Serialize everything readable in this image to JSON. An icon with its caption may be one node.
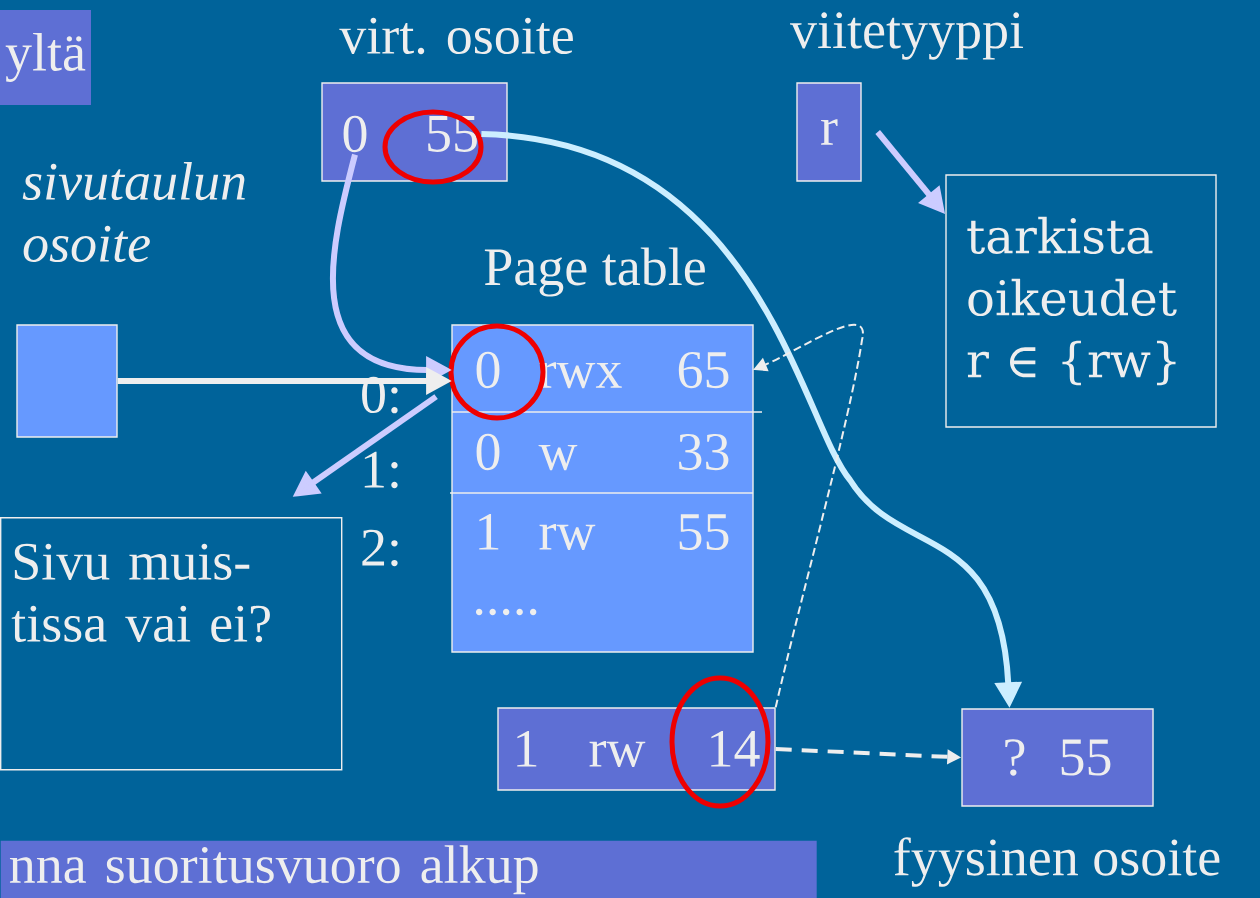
{
  "diagram": {
    "nodes": [
      {
        "text": [
          "yltä"
        ]
      },
      {
        "text": [
          "virt. osoite"
        ]
      },
      {
        "text": [
          "0"
        ],
        "in": 1
      },
      {
        "text": [
          "55"
        ],
        "in": 1
      },
      {
        "text": [
          "viitetyyppi",
          "r"
        ]
      },
      {
        "text": [
          "tarkista oikeudet r ∈ {rw}"
        ]
      },
      {
        "text": [
          "sivutaulun osoite"
        ]
      },
      {
        "text": [
          "Page table"
        ]
      },
      {
        "text": [
          "0",
          "rwx",
          "65"
        ],
        "in": 7
      },
      {
        "text": [
          "0",
          "w",
          "33"
        ],
        "in": 7
      },
      {
        "text": [
          "1",
          "rw",
          "55"
        ],
        "in": 7
      },
      {
        "text": [
          "....."
        ],
        "in": 7
      },
      {
        "text": [
          "Sivu muis- tissa vai ei?"
        ]
      },
      {
        "text": [
          "1",
          "rw",
          "14"
        ]
      },
      {
        "text": [
          "?",
          "55",
          "fyysinen osoite"
        ]
      },
      {
        "text": [
          "nna suoritusvuoro alkup"
        ]
      }
    ],
    "edges": [
      {
        "from": 2,
        "to": 8,
        "arrow": "to",
        "color": "#ccccff"
      },
      {
        "from": 6,
        "to": 8,
        "arrow": "to",
        "color": "#eeeeee"
      },
      {
        "from": 4,
        "to": 5,
        "arrow": "to",
        "color": "#ccccff"
      },
      {
        "from": 8,
        "to": 12,
        "arrow": "to",
        "color": "#ccccff"
      },
      {
        "from": 3,
        "to": 14,
        "arrow": "to",
        "color": "#cceeff"
      },
      {
        "from": 13,
        "to": 8,
        "arrow": "to",
        "style": "dashed",
        "color": "#eeeeee"
      },
      {
        "from": 13,
        "to": 14,
        "arrow": "to",
        "style": "dashed",
        "color": "#eeeeee"
      }
    ],
    "labels": [
      "0:",
      "1:",
      "2:"
    ]
  }
}
